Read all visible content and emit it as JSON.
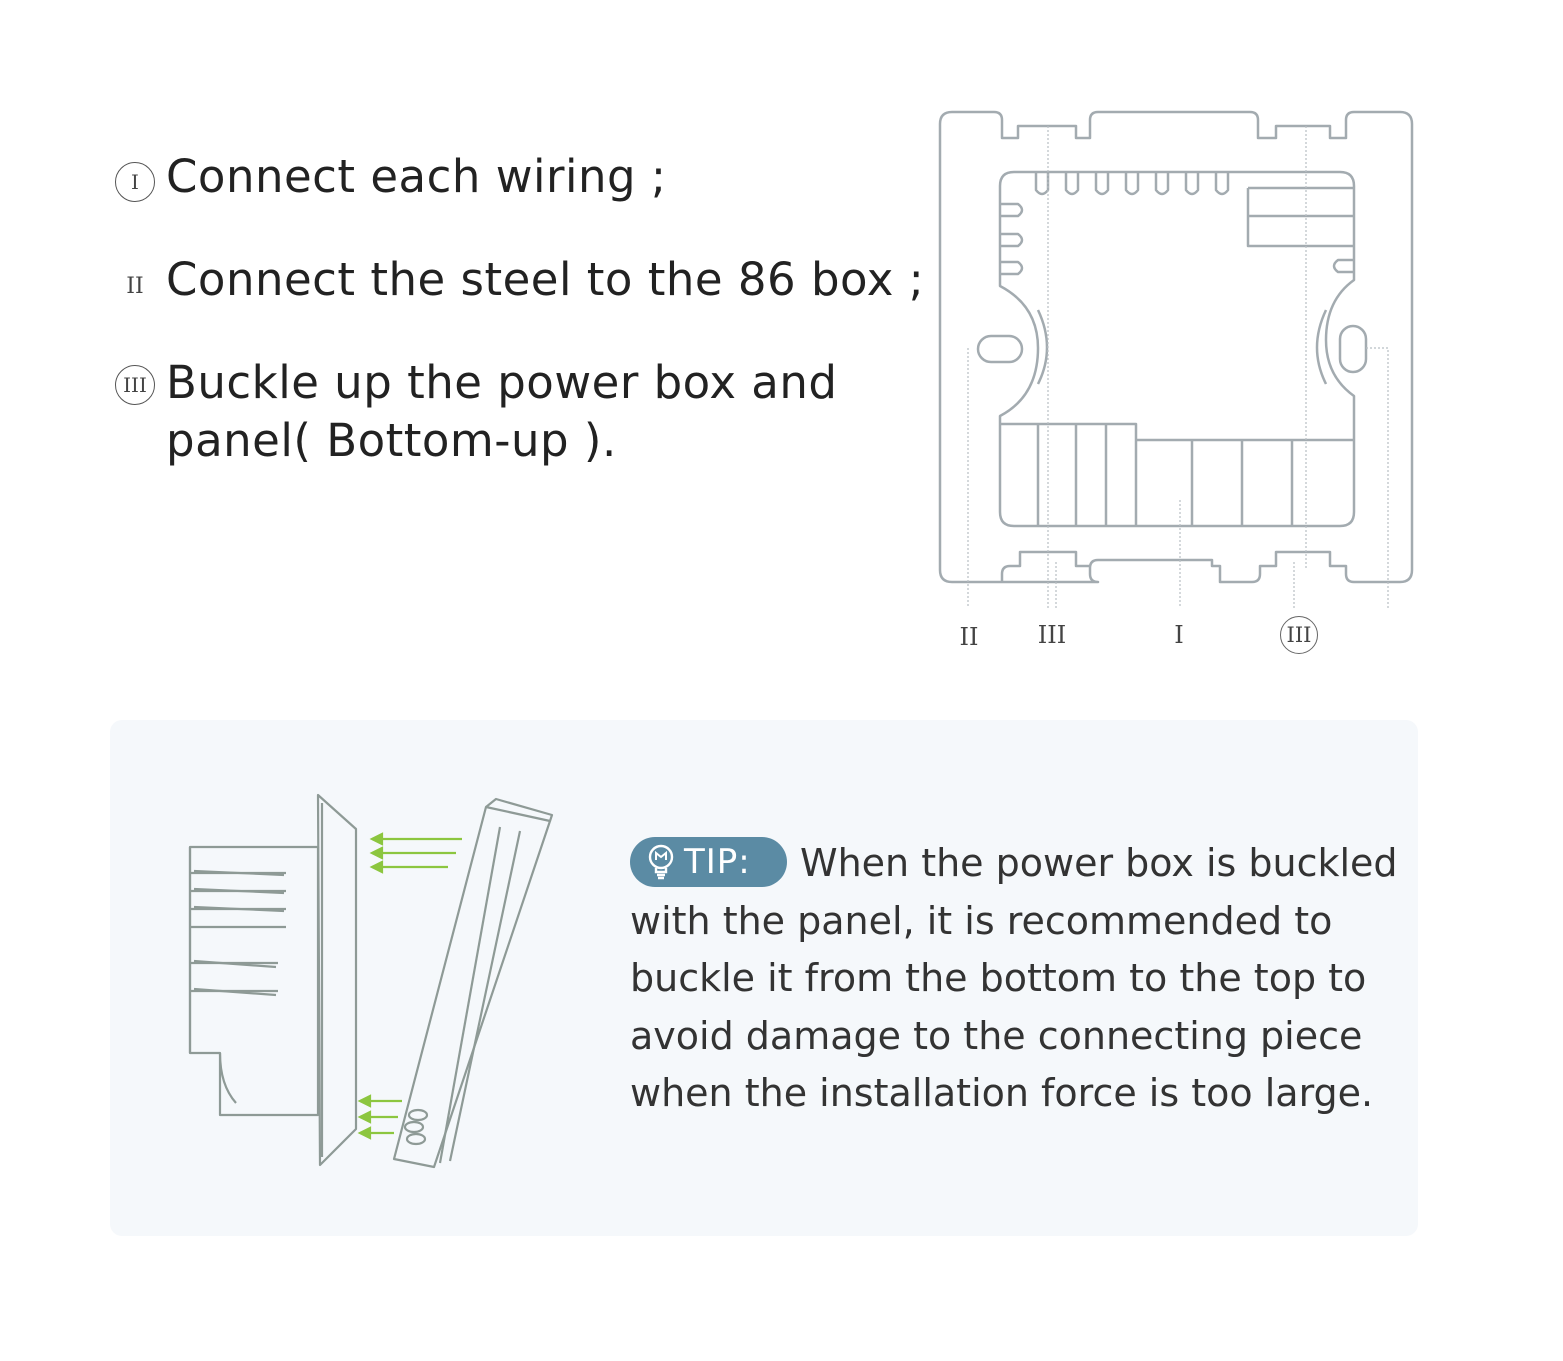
{
  "steps": [
    {
      "numeral": "I",
      "text": "Connect each wiring ;"
    },
    {
      "numeral": "II",
      "text": "Connect the steel to the 86 box ;"
    },
    {
      "numeral": "III",
      "text_line1": "Buckle up the power box and",
      "text_line2": "panel( Bottom-up )."
    }
  ],
  "diagram": {
    "callouts": [
      "II",
      "III",
      "I",
      "III"
    ]
  },
  "tip": {
    "badge": "TIP:",
    "lines": [
      "When the power box is buckled",
      "with the panel, it is recommended to",
      "buckle it from the bottom to the top to",
      "avoid damage to the connecting piece",
      "when the installation force is too large."
    ]
  },
  "colors": {
    "accent": "#5b8ba4",
    "arrow": "#8cc63f",
    "panel_bg": "#f5f8fb",
    "line": "#9aa3a8"
  }
}
